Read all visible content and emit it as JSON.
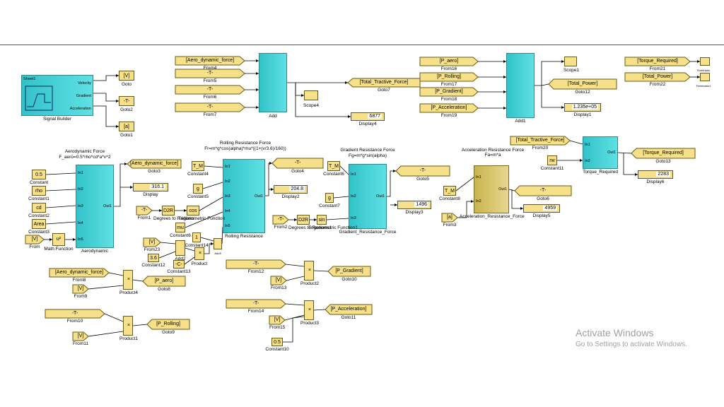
{
  "model": {
    "signal_builder": {
      "name": "Signal Builder",
      "group": "Sheet1",
      "ports": [
        "Velocity",
        "Gradient",
        "Acceleration"
      ]
    },
    "gotos_top": [
      {
        "tag": "[V]",
        "name": "Goto"
      },
      {
        "tag": "-T-",
        "name": "Goto2"
      },
      {
        "tag": "[a]",
        "name": "Goto1"
      }
    ],
    "from_top": [
      {
        "tag": "[Aero_dynamic_force]",
        "name": "From4"
      },
      {
        "tag": "-T-",
        "name": "From5"
      },
      {
        "tag": "-T-",
        "name": "From6"
      },
      {
        "tag": "-T-",
        "name": "From7"
      }
    ],
    "add": "Add",
    "scope4": "Scope4",
    "goto7": {
      "tag": "[Total_Tractive_Force]",
      "name": "Goto7"
    },
    "display4": {
      "value": "6877",
      "name": "Display4"
    },
    "from_p": [
      {
        "tag": "[P_aero]",
        "name": "From16"
      },
      {
        "tag": "[P_Rolling]",
        "name": "From17"
      },
      {
        "tag": "[P_Gradient]",
        "name": "From18"
      },
      {
        "tag": "[P_Acceleration]",
        "name": "From19"
      }
    ],
    "add1": "Add1",
    "scope1": "Scope1",
    "goto12": {
      "tag": "[Total_Power]",
      "name": "Goto12"
    },
    "display1": {
      "value": "1.235e+05",
      "name": "Display1"
    },
    "from21": {
      "tag": "[Torque_Required]",
      "name": "From21"
    },
    "from22": {
      "tag": "[Total_Power]",
      "name": "From22"
    },
    "term": [
      "Terminator",
      "Terminator1"
    ],
    "aero": {
      "title": "Aerodynamic Force",
      "formula": "F_aero=0.5*rho*cd*a*v^2",
      "name": "Aerodynamic",
      "inports": [
        "In1",
        "In2",
        "In3",
        "In4",
        "In5"
      ],
      "outport": "Out1",
      "consts": [
        {
          "v": "0.5",
          "n": "Constant"
        },
        {
          "v": "rho",
          "n": "Constant1"
        },
        {
          "v": "cd",
          "n": "Constant2"
        },
        {
          "v": "Area",
          "n": "Constant3"
        }
      ],
      "from": {
        "tag": "[V]",
        "name": "From"
      },
      "math": {
        "glyph": "u²",
        "name": "Math Function"
      }
    },
    "goto3": {
      "tag": "[Aero_dynamic_force]",
      "name": "Goto3"
    },
    "display": {
      "value": "316.1",
      "name": "Display"
    },
    "rolling": {
      "title": "Rolling Resistance Force",
      "formula": "Fr=m*g*cos(alpha)*mu*((1+(v/3.6)/160))",
      "name": "Rolling Resistance",
      "inports": [
        "In1",
        "In2",
        "In3",
        "In4",
        "In5"
      ],
      "outport": "Out1"
    },
    "tm1": {
      "v": "T_M",
      "n": "Constant4"
    },
    "g1": {
      "v": "g",
      "n": "Constant5"
    },
    "mu": {
      "v": "mu",
      "n": "Constant6"
    },
    "from1": {
      "tag": "-T-",
      "name": "From1"
    },
    "d2r1": {
      "v": "D2R",
      "n": "Degrees to Radians"
    },
    "cos": {
      "v": "cos",
      "n": "Trigonometric Function"
    },
    "const1": {
      "v": "1",
      "n": "Constant14"
    },
    "goto4": {
      "tag": "-T-",
      "name": "Goto4"
    },
    "display2": {
      "value": "204.8",
      "name": "Display2"
    },
    "from23": {
      "tag": "[V]",
      "name": "From23"
    },
    "const36": {
      "v": "3.6",
      "n": "Constant12"
    },
    "constC": {
      "v": "-C-",
      "n": "Constant13"
    },
    "add2": "Add2",
    "product": "Product",
    "add3": "Add3",
    "gradient": {
      "title": "Gradient Resistance Force",
      "formula": "Fg=m*g*sin(alpha)",
      "name": "Gradient_Resistance_Force",
      "inports": [
        "In1",
        "In2",
        "In3"
      ],
      "outport": "Out1"
    },
    "tm2": {
      "v": "T_M",
      "n": "Constant6"
    },
    "g2": {
      "v": "g",
      "n": "Constant7"
    },
    "from2": {
      "tag": "-T-",
      "name": "From2"
    },
    "d2r2": {
      "v": "D2R",
      "n": "Degrees to Radians1"
    },
    "sin": {
      "v": "sin",
      "n": "Trigonometric Function1"
    },
    "goto5": {
      "tag": "-T-",
      "name": "Goto5"
    },
    "display3": {
      "value": "1496",
      "name": "Display3"
    },
    "accel": {
      "title": "Acceleration Resistance Force",
      "formula": "Fa=m*a",
      "name": "Acceleration_Resistance_Force",
      "inports": [
        "In1",
        "In2"
      ],
      "outport": "Out1"
    },
    "tm3": {
      "v": "T_M",
      "n": "Constant8"
    },
    "from3": {
      "tag": "[a]",
      "name": "From3"
    },
    "goto6": {
      "tag": "-T-",
      "name": "Goto6"
    },
    "display5": {
      "value": "4959",
      "name": "Display5"
    },
    "torque": {
      "name": "Torque_Required",
      "inports": [
        "In1",
        "In2"
      ],
      "outport": "Out1"
    },
    "from20": {
      "tag": "[Total_Tractive_Force]",
      "name": "From20"
    },
    "rw": {
      "v": "rw",
      "n": "Constant11"
    },
    "goto13": {
      "tag": "[Torque_Required]",
      "name": "Goto13"
    },
    "display6": {
      "value": "2283",
      "name": "Display6"
    },
    "from8": {
      "tag": "[Aero_dynamic_force]",
      "name": "From8"
    },
    "from9": {
      "tag": "[V]",
      "name": "From9"
    },
    "product4": "Product4",
    "goto8": {
      "tag": "[P_aero]",
      "name": "Goto8"
    },
    "from10": {
      "tag": "-T-",
      "name": "From10"
    },
    "from11": {
      "tag": "[V]",
      "name": "From11"
    },
    "product1": "Product1",
    "goto9": {
      "tag": "[P_Rolling]",
      "name": "Goto9"
    },
    "from12": {
      "tag": "-T-",
      "name": "From12"
    },
    "from13": {
      "tag": "[V]",
      "name": "From13"
    },
    "product2": "Product2",
    "goto10": {
      "tag": "[P_Gradient]",
      "name": "Goto10"
    },
    "from14": {
      "tag": "-T-",
      "name": "From14"
    },
    "from15": {
      "tag": "[V]",
      "name": "From15"
    },
    "product3": "Product3",
    "goto11": {
      "tag": "[P_Acceleration]",
      "name": "Goto11"
    },
    "const05": {
      "v": "0.5",
      "n": "Constant10"
    }
  },
  "watermark": {
    "line1": "Activate Windows",
    "line2": "Go to Settings to activate Windows."
  },
  "colors": {
    "block_yellow": "#f6e08a",
    "subsystem_cyan": "#31c3c8",
    "subsystem_gold": "#c9b44f"
  }
}
